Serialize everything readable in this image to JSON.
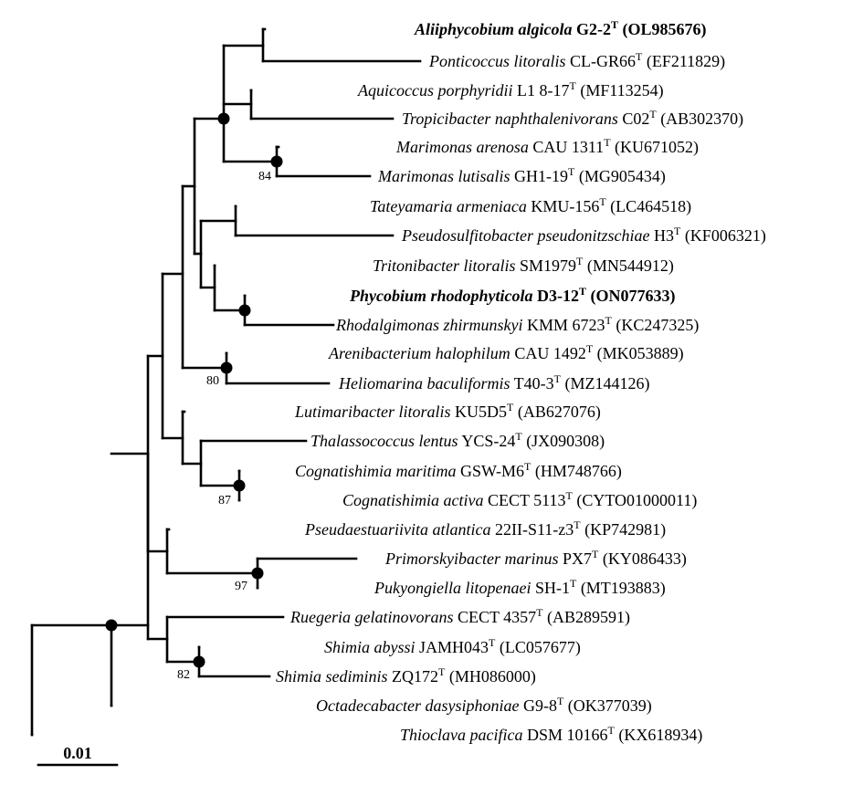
{
  "taxa": [
    {
      "genus": "Aliiphycobium algicola",
      "strain": "G2-2",
      "type_mark": "T",
      "accession": "(OL985676)",
      "bold": true
    },
    {
      "genus": "Ponticoccus litoralis",
      "strain": "CL-GR66",
      "type_mark": "T",
      "accession": "(EF211829)",
      "bold": false
    },
    {
      "genus": "Aquicoccus porphyridii",
      "strain": "L1 8-17",
      "type_mark": "T",
      "accession": "(MF113254)",
      "bold": false
    },
    {
      "genus": "Tropicibacter naphthalenivorans",
      "strain": "C02",
      "type_mark": "T",
      "accession": "(AB302370)",
      "bold": false
    },
    {
      "genus": "Marimonas arenosa",
      "strain": "CAU 1311",
      "type_mark": "T",
      "accession": "(KU671052)",
      "bold": false
    },
    {
      "genus": "Marimonas lutisalis",
      "strain": "GH1-19",
      "type_mark": "T",
      "accession": "(MG905434)",
      "bold": false
    },
    {
      "genus": "Tateyamaria armeniaca",
      "strain": "KMU-156",
      "type_mark": "T",
      "accession": "(LC464518)",
      "bold": false
    },
    {
      "genus": "Pseudosulfitobacter pseudonitzschiae",
      "strain": "H3",
      "type_mark": "T",
      "accession": "(KF006321)",
      "bold": false
    },
    {
      "genus": "Tritonibacter litoralis",
      "strain": "SM1979",
      "type_mark": "T",
      "accession": "(MN544912)",
      "bold": false
    },
    {
      "genus": "Phycobium rhodophyticola",
      "strain": "D3-12",
      "type_mark": "T",
      "accession": "(ON077633)",
      "bold": true
    },
    {
      "genus": "Rhodalgimonas zhirmunskyi",
      "strain": "KMM 6723",
      "type_mark": "T",
      "accession": "(KC247325)",
      "bold": false
    },
    {
      "genus": "Arenibacterium halophilum",
      "strain": "CAU 1492",
      "type_mark": "T",
      "accession": "(MK053889)",
      "bold": false
    },
    {
      "genus": "Heliomarina baculiformis",
      "strain": "T40-3",
      "type_mark": "T",
      "accession": "(MZ144126)",
      "bold": false
    },
    {
      "genus": "Lutimaribacter litoralis",
      "strain": "KU5D5",
      "type_mark": "T",
      "accession": "(AB627076)",
      "bold": false
    },
    {
      "genus": "Thalassococcus lentus",
      "strain": "YCS-24",
      "type_mark": "T",
      "accession": "(JX090308)",
      "bold": false
    },
    {
      "genus": "Cognatishimia maritima",
      "strain": "GSW-M6",
      "type_mark": "T",
      "accession": "(HM748766)",
      "bold": false
    },
    {
      "genus": "Cognatishimia activa",
      "strain": "CECT 5113",
      "type_mark": "T",
      "accession": "(CYTO01000011)",
      "bold": false
    },
    {
      "genus": "Pseudaestuariivita atlantica",
      "strain": "22II-S11-z3",
      "type_mark": "T",
      "accession": "(KP742981)",
      "bold": false
    },
    {
      "genus": "Primorskyibacter marinus",
      "strain": "PX7",
      "type_mark": "T",
      "accession": "(KY086433)",
      "bold": false
    },
    {
      "genus": "Pukyongiella litopenaei",
      "strain": "SH-1",
      "type_mark": "T",
      "accession": "(MT193883)",
      "bold": false
    },
    {
      "genus": "Ruegeria gelatinovorans",
      "strain": "CECT 4357",
      "type_mark": "T",
      "accession": "(AB289591)",
      "bold": false
    },
    {
      "genus": "Shimia abyssi",
      "strain": "JAMH043",
      "type_mark": "T",
      "accession": "(LC057677)",
      "bold": false
    },
    {
      "genus": "Shimia sediminis",
      "strain": "ZQ172",
      "type_mark": "T",
      "accession": "(MH086000)",
      "bold": false
    },
    {
      "genus": "Octadecabacter dasysiphoniae",
      "strain": "G9-8",
      "type_mark": "T",
      "accession": "(OK377039)",
      "bold": false
    },
    {
      "genus": "Thioclava pacifica",
      "strain": "DSM 10166",
      "type_mark": "T",
      "accession": "(KX618934)",
      "bold": false
    }
  ],
  "bootstrap_values": [
    "84",
    "80",
    "87",
    "97",
    "82"
  ],
  "scale_bar": {
    "label": "0.01"
  }
}
